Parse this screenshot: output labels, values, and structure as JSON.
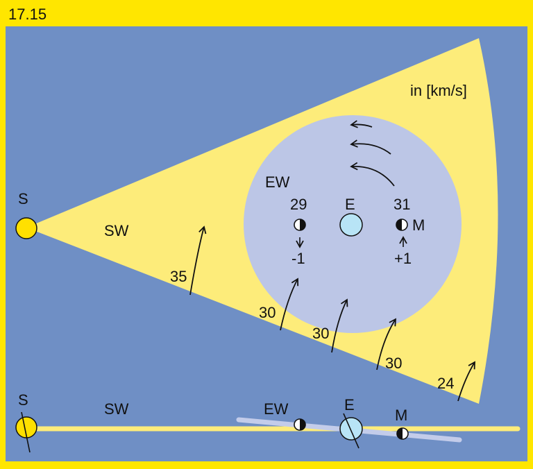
{
  "figure_label": "17.15",
  "unit_label": "in [km/s]",
  "colors": {
    "frame": "#ffe600",
    "background": "#6f8fc5",
    "solar_wind": "#fdec7a",
    "earth_wind": "#bcc6e6",
    "sun": "#ffe000",
    "earth": "#b8e4f6",
    "moon_phase": "#111111"
  },
  "top_view": {
    "sun_label": "S",
    "solar_wind_label": "SW",
    "earth_wind_label": "EW",
    "earth_label": "E",
    "moon_label": "M",
    "moon_left_speed": "29",
    "moon_left_delta": "-1",
    "moon_right_speed": "31",
    "moon_right_delta": "+1",
    "wind_speeds": [
      "35",
      "30",
      "30",
      "30",
      "24"
    ]
  },
  "side_view": {
    "sun_label": "S",
    "solar_wind_label": "SW",
    "earth_wind_label": "EW",
    "earth_label": "E",
    "moon_label": "M"
  }
}
